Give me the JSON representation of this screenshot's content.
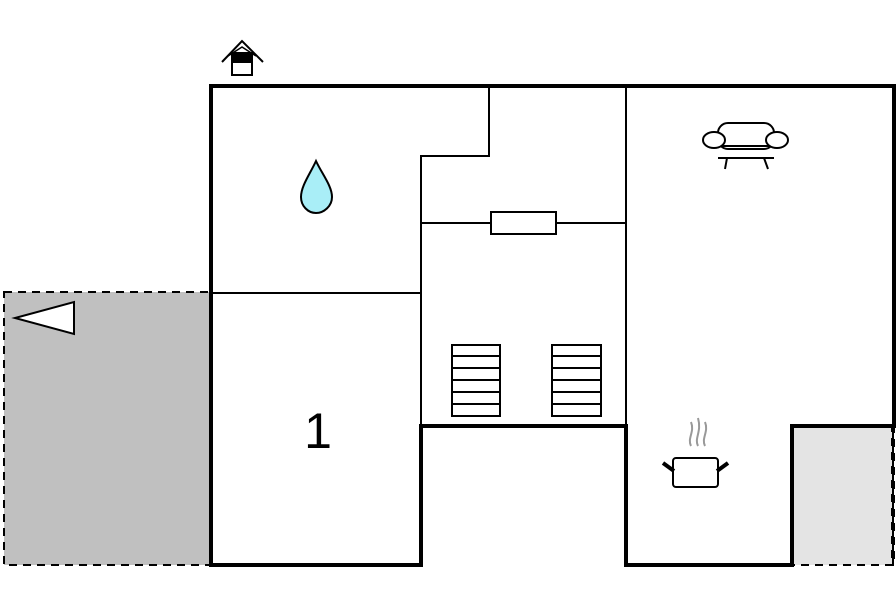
{
  "floorplan": {
    "rooms": [
      {
        "id": "bedroom",
        "number_label": "1"
      }
    ],
    "icons": [
      {
        "name": "entrance-icon",
        "meaning": "entrance"
      },
      {
        "name": "water-drop-icon",
        "meaning": "bathroom"
      },
      {
        "name": "sofa-icon",
        "meaning": "living room"
      },
      {
        "name": "cooking-pot-icon",
        "meaning": "kitchen"
      },
      {
        "name": "compass-arrow-icon",
        "meaning": "direction"
      }
    ],
    "colors": {
      "wall": "#000000",
      "terrace_dark": "#c0c0c0",
      "terrace_light": "#e4e4e4",
      "water": "#a9eef7"
    }
  }
}
